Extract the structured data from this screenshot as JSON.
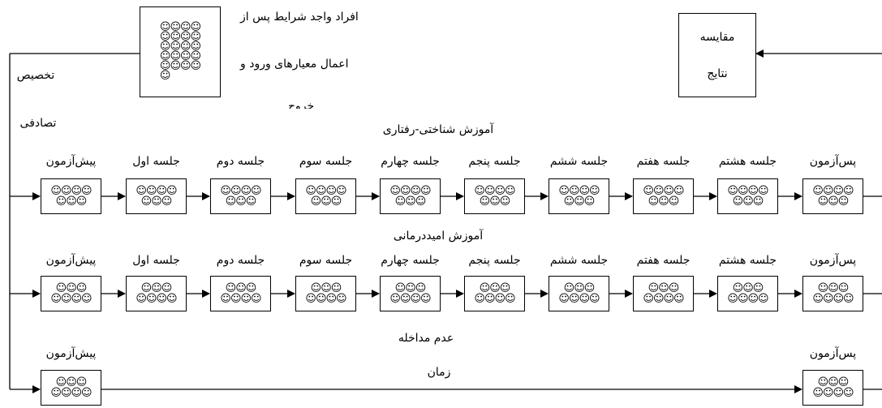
{
  "population_note": {
    "line1": "افراد واجد شرایط پس از",
    "line2": "اعمال معیارهای ورود و",
    "line3": "خروج"
  },
  "allocation": {
    "line1": "تخصیص",
    "line2": "تصادفی"
  },
  "compare": {
    "line1": "مقایسه",
    "line2": "نتایج"
  },
  "face_glyph": "☺",
  "population_faces": [
    4,
    4,
    4,
    4,
    4,
    1
  ],
  "groups": [
    {
      "title": "آموزش شناختی-رفتاری",
      "stages": [
        "پیش‌آزمون",
        "جلسه اول",
        "جلسه دوم",
        "جلسه سوم",
        "جلسه چهارم",
        "جلسه پنجم",
        "جلسه ششم",
        "جلسه هفتم",
        "جلسه هشتم",
        "پس‌آزمون"
      ],
      "faces": [
        [
          4,
          3
        ],
        [
          4,
          3
        ],
        [
          4,
          3
        ],
        [
          4,
          3
        ],
        [
          4,
          3
        ],
        [
          4,
          3
        ],
        [
          4,
          3
        ],
        [
          4,
          3
        ],
        [
          4,
          3
        ],
        [
          4,
          3
        ]
      ]
    },
    {
      "title": "آموزش امیددرمانی",
      "stages": [
        "پیش‌آزمون",
        "جلسه اول",
        "جلسه دوم",
        "جلسه سوم",
        "جلسه چهارم",
        "جلسه پنجم",
        "جلسه ششم",
        "جلسه هفتم",
        "جلسه هشتم",
        "پس‌آزمون"
      ],
      "faces": [
        [
          3,
          4
        ],
        [
          3,
          4
        ],
        [
          3,
          4
        ],
        [
          3,
          4
        ],
        [
          3,
          4
        ],
        [
          3,
          4
        ],
        [
          3,
          4
        ],
        [
          3,
          4
        ],
        [
          3,
          4
        ],
        [
          3,
          4
        ]
      ]
    },
    {
      "title": "عدم مداخله",
      "subtitle": "زمان",
      "stages": [
        "پیش‌آزمون",
        "پس‌آزمون"
      ],
      "faces": [
        [
          3,
          4
        ],
        [
          3,
          4
        ]
      ]
    }
  ]
}
